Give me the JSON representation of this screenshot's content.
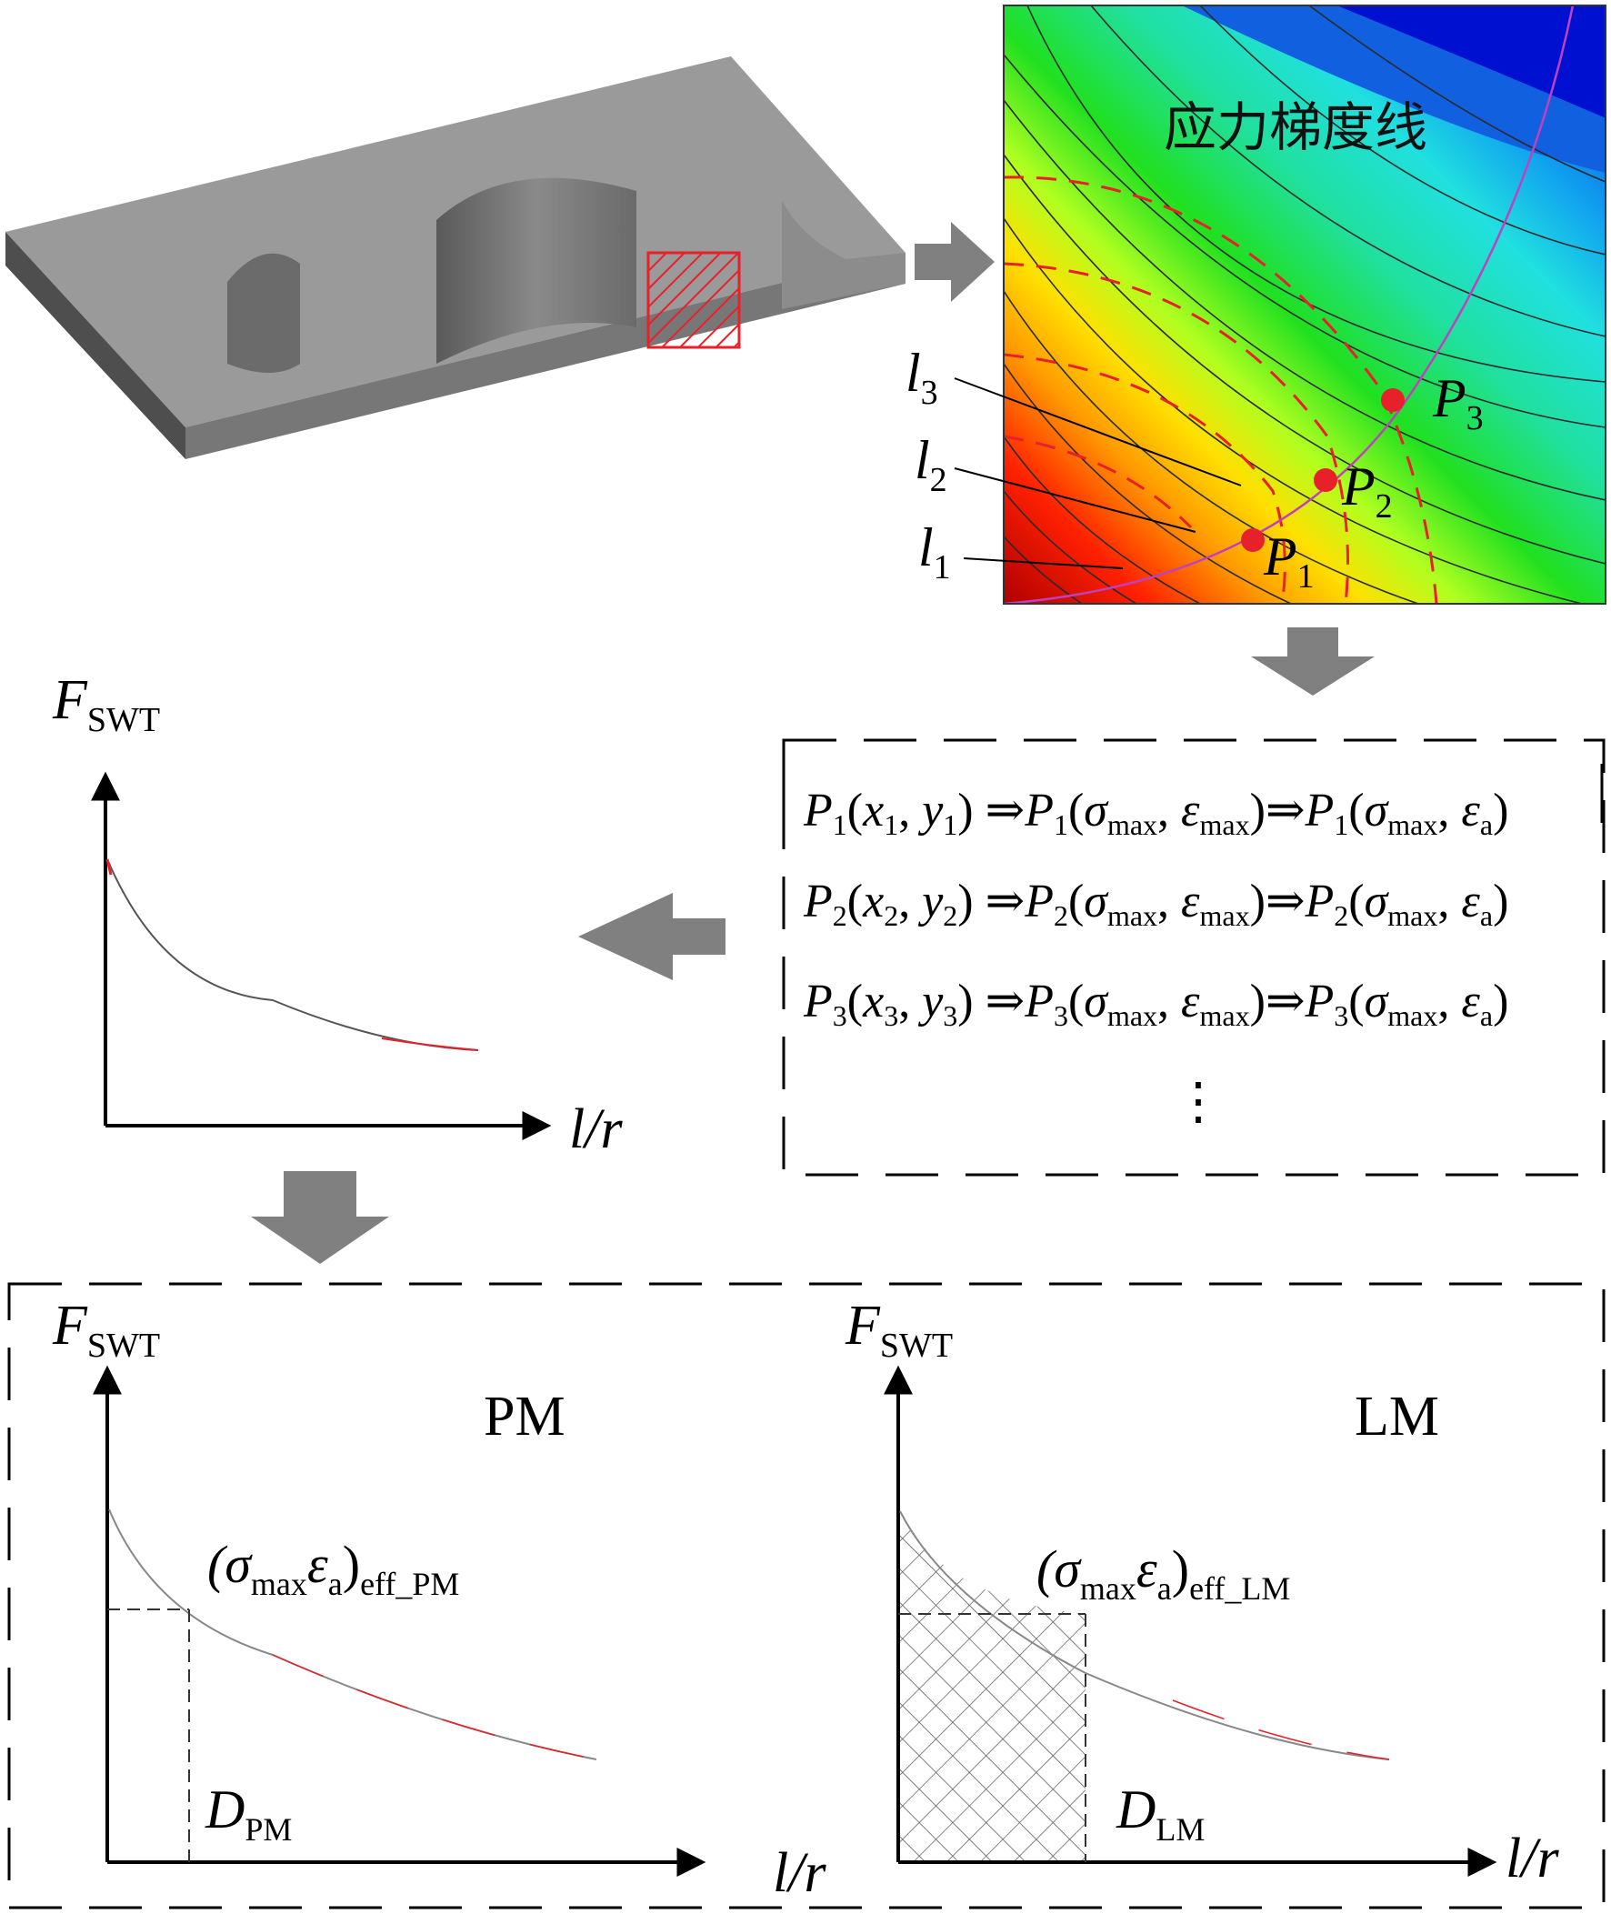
{
  "contour_panel": {
    "title": "应力梯度线",
    "labels": {
      "l3": "l",
      "l3_sub": "3",
      "l2": "l",
      "l2_sub": "2",
      "l1": "l",
      "l1_sub": "1",
      "p1": "P",
      "p1_sub": "1",
      "p2": "P",
      "p2_sub": "2",
      "p3": "P",
      "p3_sub": "3"
    }
  },
  "mapping_box": {
    "rows": [
      {
        "p": "P",
        "i": "1",
        "x": "x",
        "y": "y",
        "sigma": "σ",
        "max": "max",
        "eps": "ε",
        "a": "a",
        "arrow": "⇒"
      },
      {
        "p": "P",
        "i": "2",
        "x": "x",
        "y": "y",
        "sigma": "σ",
        "max": "max",
        "eps": "ε",
        "a": "a",
        "arrow": "⇒"
      },
      {
        "p": "P",
        "i": "3",
        "x": "x",
        "y": "y",
        "sigma": "σ",
        "max": "max",
        "eps": "ε",
        "a": "a",
        "arrow": "⇒"
      }
    ],
    "ellipsis": "⋮"
  },
  "curve_plot": {
    "ylabel": "F",
    "ylabel_sub": "SWT",
    "xlabel": "l/r"
  },
  "pm_plot": {
    "title": "PM",
    "ylabel": "F",
    "ylabel_sub": "SWT",
    "xlabel": "l/r",
    "eff_open": "(σ",
    "eff_max": "max",
    "eff_eps": "ε",
    "eff_a": "a",
    "eff_close": ")",
    "eff_sub": "eff_PM",
    "d_label": "D",
    "d_sub": "PM"
  },
  "lm_plot": {
    "title": "LM",
    "ylabel": "F",
    "ylabel_sub": "SWT",
    "xlabel": "l/r",
    "eff_open": "(σ",
    "eff_max": "max",
    "eff_eps": "ε",
    "eff_a": "a",
    "eff_close": ")",
    "eff_sub": "eff_LM",
    "d_label": "D",
    "d_sub": "LM"
  },
  "colors": {
    "arrow_gray": "#808080",
    "red": "#e8202a",
    "magenta": "#c040c0"
  }
}
